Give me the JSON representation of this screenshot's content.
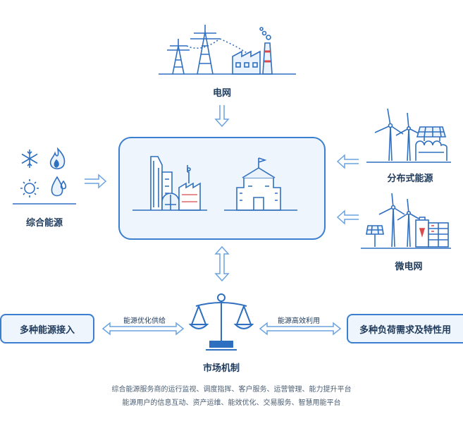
{
  "nodes": {
    "grid": "电网",
    "integrated": "综合能源",
    "distributed": "分布式能源",
    "microgrid": "微电网",
    "market": "市场机制"
  },
  "pills": {
    "left": "多种能源接入",
    "right": "多种负荷需求及特性用"
  },
  "edges": {
    "left": "能源优化供给",
    "right": "能源高效利用"
  },
  "footer": {
    "line1": "综合能源服务商的运行监视、调度指挥、客户服务、运营管理、能力提升平台",
    "line2": "能源用户的信息互动、资产运维、能效优化、交易服务、智慧用能平台"
  },
  "colors": {
    "accent": "#3a7fd0",
    "light": "#eef5fd",
    "text": "#1f3a5a"
  }
}
